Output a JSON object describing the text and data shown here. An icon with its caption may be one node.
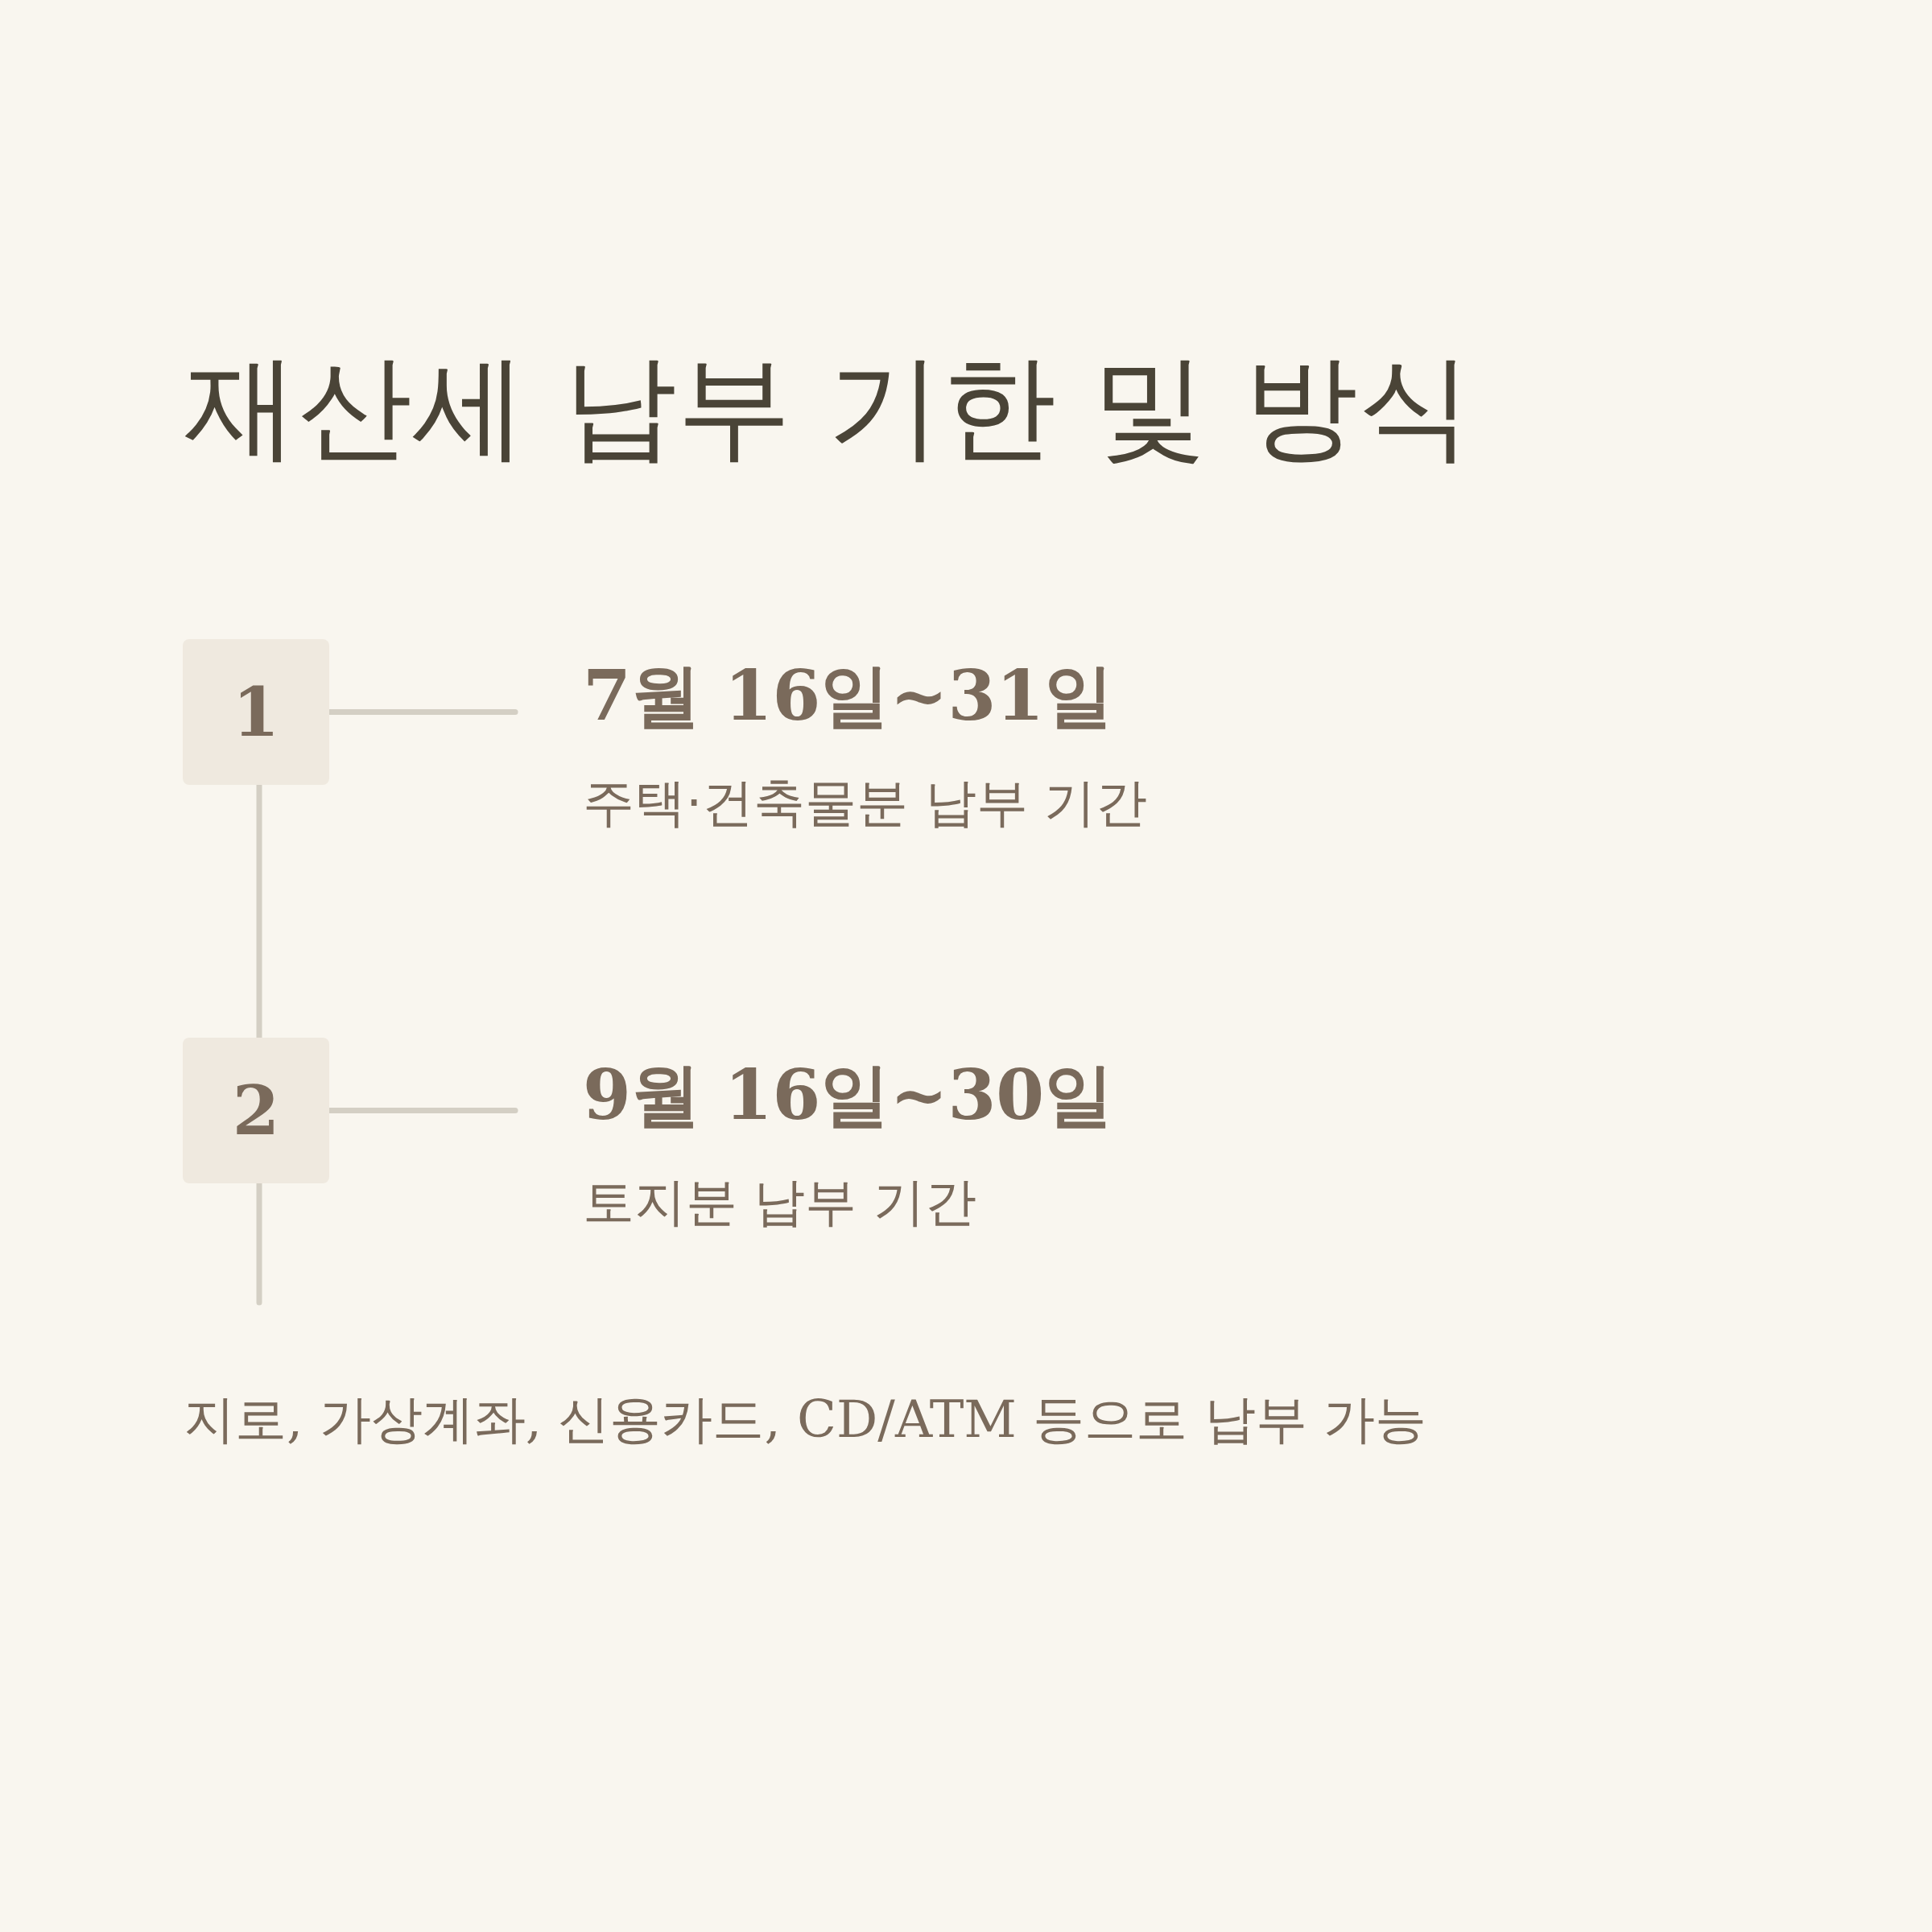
{
  "diagram": {
    "title": "재산세 납부 기한 및 방식",
    "nodes": [
      {
        "text": [
          "1"
        ]
      },
      {
        "text": [
          "7월 16일~31일",
          "주택·건축물분 납부 기간"
        ]
      },
      {
        "text": [
          "2"
        ]
      },
      {
        "text": [
          "9월 16일~30일",
          "토지분 납부 기간"
        ]
      }
    ],
    "edges": [
      {
        "from": 0,
        "to": 1,
        "arrow": "none"
      },
      {
        "from": 0,
        "to": 2,
        "arrow": "none"
      },
      {
        "from": 2,
        "to": 3,
        "arrow": "none"
      },
      {
        "from": 2,
        "to": null,
        "arrow": "none"
      }
    ],
    "labels": [
      "지로, 가상계좌, 신용카드, CD/ATM 등으로 납부 가능"
    ]
  }
}
